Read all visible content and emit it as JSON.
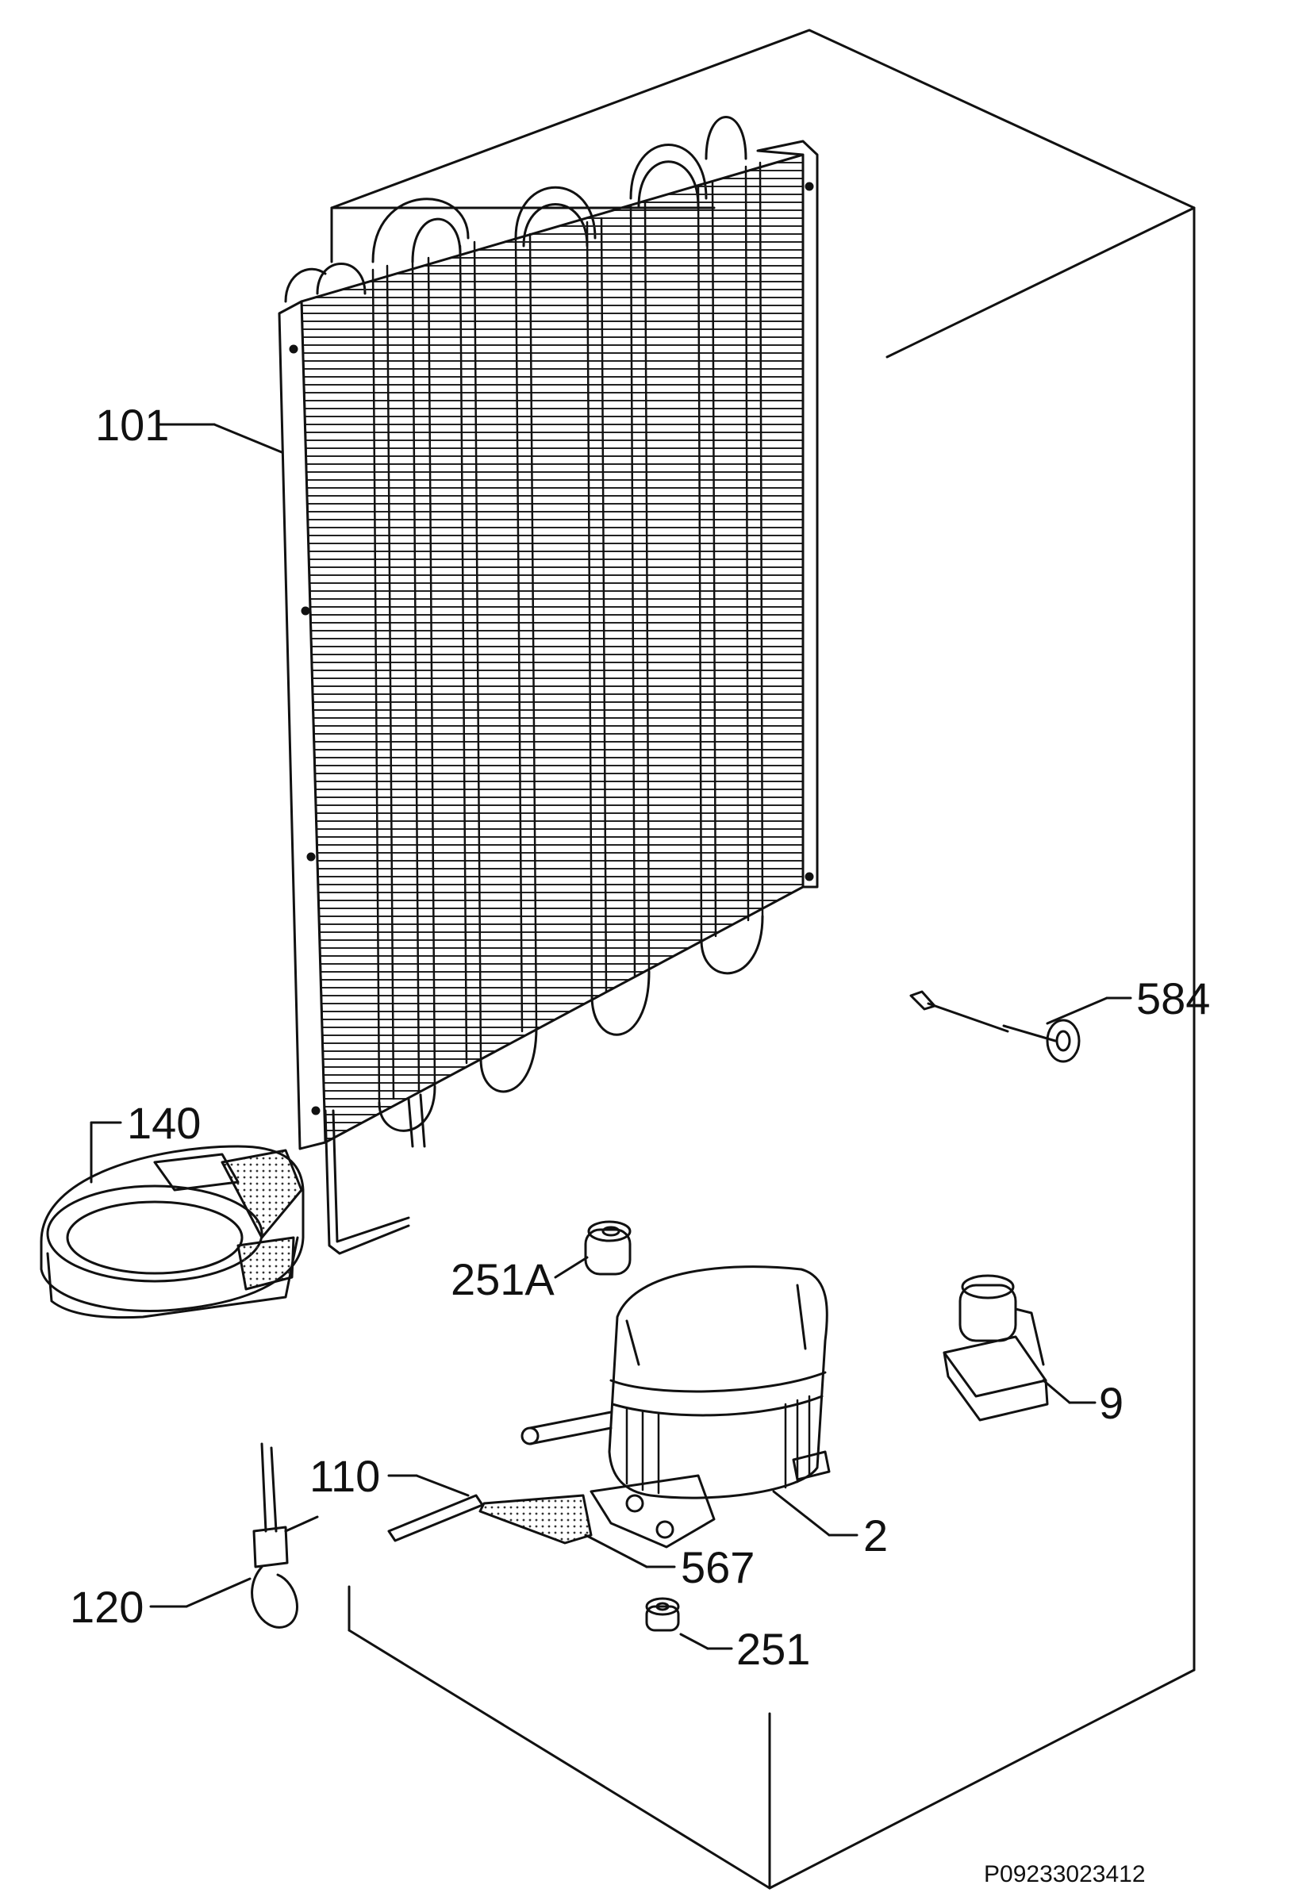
{
  "diagram": {
    "colors": {
      "line": "#111111",
      "background": "#ffffff"
    },
    "callouts": {
      "c101": "101",
      "c140": "140",
      "c584": "584",
      "c251A": "251A",
      "c9": "9",
      "c110": "110",
      "c2": "2",
      "c567": "567",
      "c120": "120",
      "c251": "251"
    },
    "reference_code": "P09233023412"
  }
}
